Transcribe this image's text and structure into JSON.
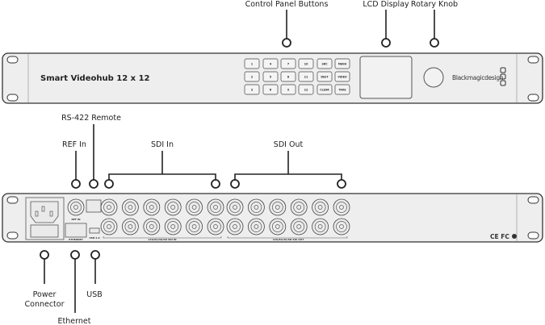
{
  "callouts": {
    "control_panel_buttons": "Control Panel Buttons",
    "lcd_display": "LCD Display",
    "rotary_knob": "Rotary Knob",
    "rs422_remote": "RS-422 Remote",
    "ref_in": "REF In",
    "sdi_in": "SDI In",
    "sdi_out": "SDI Out",
    "power_connector_line1": "Power",
    "power_connector_line2": "Connector",
    "ethernet": "Ethernet",
    "usb": "USB"
  },
  "front_panel": {
    "product_name": "Smart Videohub 12 x 12",
    "logo": "Blackmagicdesign",
    "number_buttons": [
      "1",
      "4",
      "7",
      "10",
      "2",
      "5",
      "8",
      "11",
      "3",
      "6",
      "9",
      "12"
    ],
    "function_buttons": [
      "SRC",
      "MENU",
      "DEST",
      "VIDEO",
      "CLEAR",
      "TAKE"
    ]
  },
  "rear_panel": {
    "ref_in_label": "REF IN",
    "ethernet_label": "ETHERNET",
    "usb_label": "USB 2.0",
    "sdi_in_group_label": "12G/6G/3G/SD SDI IN",
    "sdi_out_group_label": "12G/6G/3G/SD SDI OUT",
    "certifications": "CE FC"
  }
}
